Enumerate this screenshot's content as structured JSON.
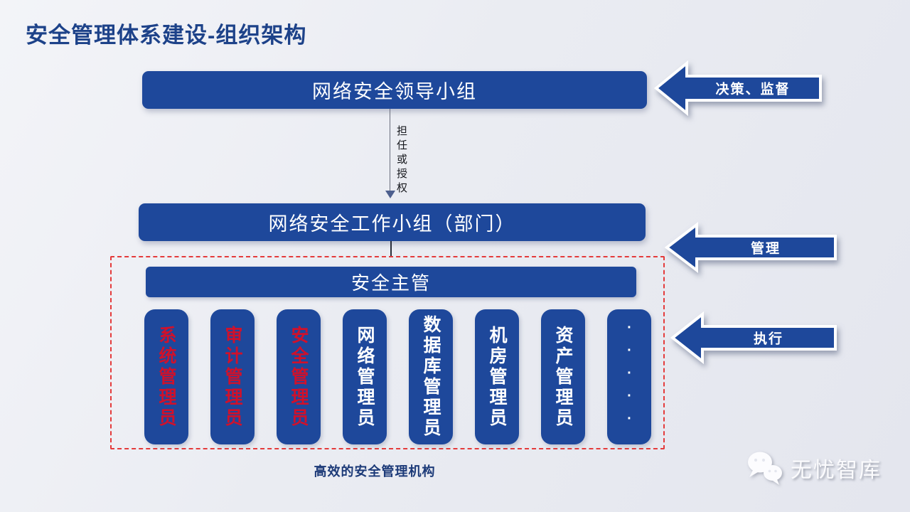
{
  "title": "安全管理体系建设-组织架构",
  "diagram": {
    "leader_box": "网络安全领导小组",
    "delegation_label": "担任或授权",
    "workgroup_box": "网络安全工作小组（部门）",
    "supervisor_bar": "安全主管",
    "roles": [
      {
        "label": "系统管理员",
        "emphasized": true
      },
      {
        "label": "审计管理员",
        "emphasized": true
      },
      {
        "label": "安全管理员",
        "emphasized": true
      },
      {
        "label": "网络管理员",
        "emphasized": false
      },
      {
        "label": "数据库管理员",
        "emphasized": false
      },
      {
        "label": "机房管理员",
        "emphasized": false
      },
      {
        "label": "资产管理员",
        "emphasized": false
      },
      {
        "label": "·····",
        "emphasized": false
      }
    ],
    "caption": "高效的安全管理机构"
  },
  "side_arrows": [
    {
      "label": "决策、监督"
    },
    {
      "label": "管理"
    },
    {
      "label": "执行"
    }
  ],
  "watermark": {
    "brand": "无忧智库",
    "icon": "wechat-icon"
  },
  "colors": {
    "box_blue": "#1e489b",
    "emphasis_red": "#d0112b",
    "frame_dash_red": "#e43b3b",
    "title_blue": "#1d4289",
    "background": "#e9ebf2"
  }
}
